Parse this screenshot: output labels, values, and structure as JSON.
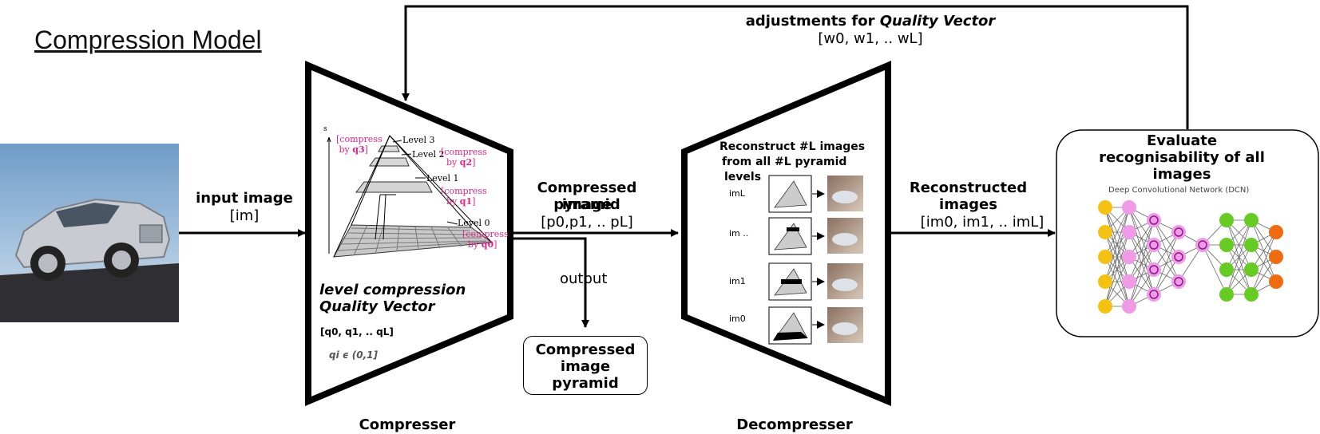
{
  "title": "Compression Model",
  "input": {
    "label": "input image",
    "var": "[im]"
  },
  "feedback": {
    "label_prefix": "adjustments for ",
    "label_em": "Quality Vector",
    "var": "[w0, w1, .. wL]"
  },
  "compresser": {
    "name": "Compresser",
    "qv_line1": "level compression",
    "qv_line2": "Quality Vector",
    "qv_vec": "[q0, q1, .. qL]",
    "qi": "qi ϵ (0,1]",
    "axis_label": "s",
    "levels": [
      "Level 3",
      "Level 2",
      "Level 1",
      "Level 0"
    ],
    "compress_prefix": "[compress",
    "compress_by": "by",
    "q": [
      "q3",
      "q2",
      "q1",
      "q0"
    ]
  },
  "pyramid_arrow": {
    "label1": "Compressed image",
    "label2": "pyramid",
    "var": "[p0,p1, .. pL]"
  },
  "output": {
    "label": "output",
    "box_line1": "Compressed",
    "box_line2": "image",
    "box_line3": "pyramid"
  },
  "decompresser": {
    "name": "Decompresser",
    "line1": "Reconstruct #L images",
    "line2": "from all #L pyramid",
    "line3": "levels",
    "rows": [
      "imL",
      "im ..",
      "im1",
      "im0"
    ]
  },
  "reconstructed": {
    "label1": "Reconstructed",
    "label2": "images",
    "var": "[im0, im1, .. imL]"
  },
  "evaluate": {
    "line1": "Evaluate",
    "line2": "recognisability of all",
    "line3": "images",
    "dcn": "Deep Convolutional Network (DCN)"
  },
  "colors": {
    "pink": "#e0238a",
    "yellow": "#f5c211",
    "violet": "#f09ae8",
    "green": "#66cc22",
    "orange": "#f06a0f"
  }
}
